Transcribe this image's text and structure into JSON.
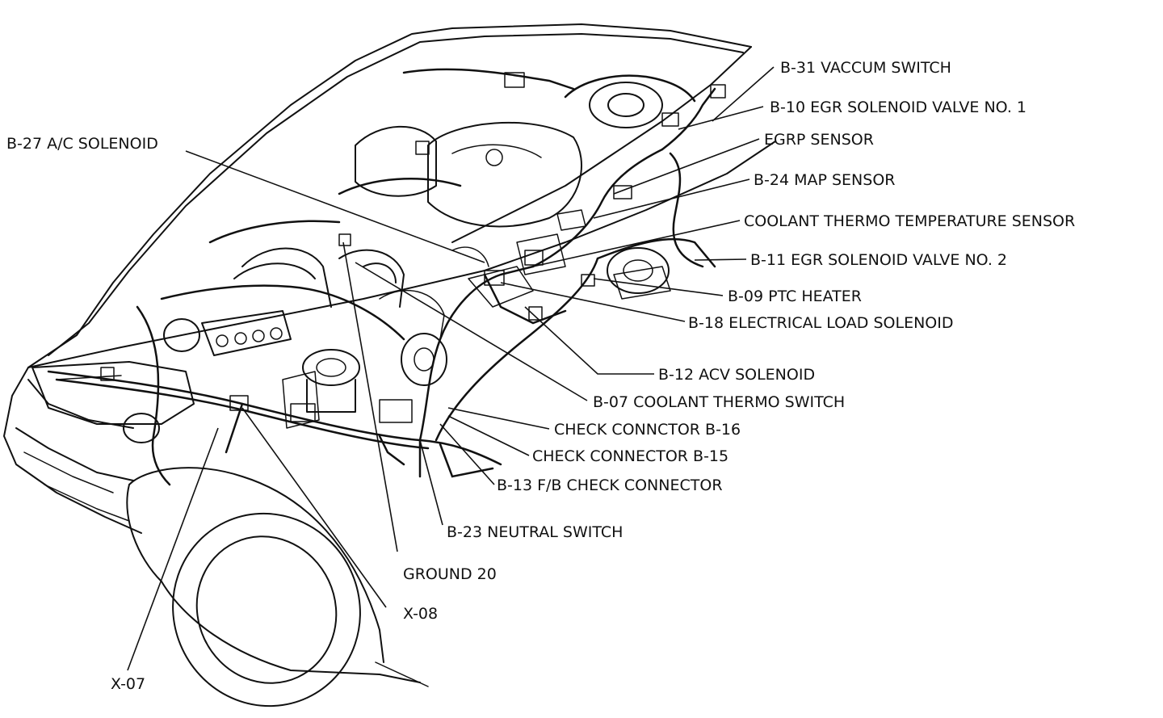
{
  "labels": {
    "b31": "B-31 VACCUM SWITCH",
    "b10": "B-10 EGR SOLENOID VALVE NO. 1",
    "egrp": "EGRP SENSOR",
    "b24": "B-24 MAP SENSOR",
    "coolant_thermo_temp": "COOLANT THERMO TEMPERATURE SENSOR",
    "b11": "B-11 EGR SOLENOID VALVE NO. 2",
    "b09": "B-09 PTC HEATER",
    "b18": "B-18 ELECTRICAL LOAD SOLENOID",
    "b12": "B-12 ACV SOLENOID",
    "b07": "B-07 COOLANT THERMO SWITCH",
    "b16": "CHECK CONNCTOR B-16",
    "b15": "CHECK CONNECTOR B-15",
    "b13": "B-13 F/B CHECK CONNECTOR",
    "b23": "B-23 NEUTRAL SWITCH",
    "ground20": "GROUND 20",
    "x08": "X-08",
    "x07": "X-07",
    "b27": "B-27 A/C SOLENOID"
  }
}
